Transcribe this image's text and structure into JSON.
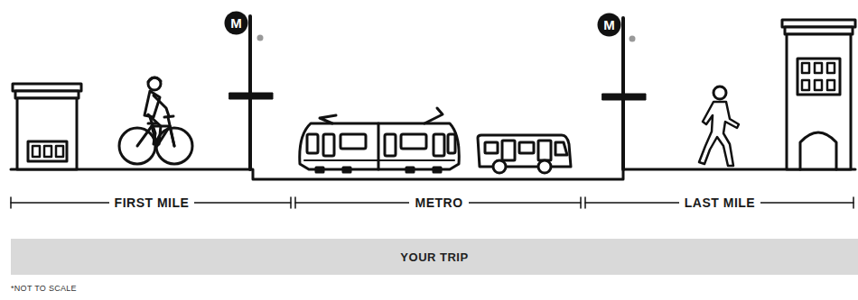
{
  "diagram": {
    "nodes": [
      {
        "text": [
          "M"
        ]
      },
      {
        "text": [
          "M"
        ]
      },
      {
        "text": [
          "YOUR TRIP"
        ]
      }
    ],
    "labels": [
      "FIRST MILE",
      "METRO",
      "LAST MILE",
      "*NOT TO SCALE"
    ]
  }
}
